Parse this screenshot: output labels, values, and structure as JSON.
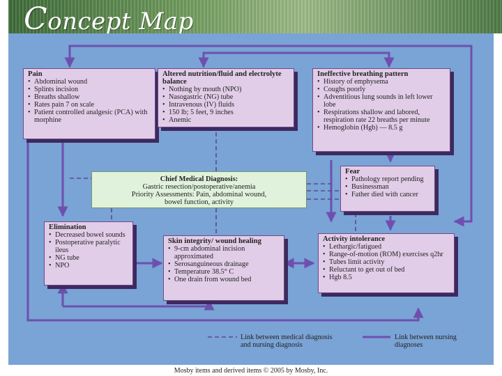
{
  "header": {
    "title_initial": "C",
    "title_rest": "oncept Map"
  },
  "boxes": {
    "pain": {
      "title": "Pain",
      "items": [
        "Abdominal wound",
        "Splints incision",
        "Breaths shallow",
        "Rates pain 7 on scale",
        "Patient controlled analgesic (PCA) with morphine"
      ]
    },
    "nutrition": {
      "title": "Altered nutrition/fluid and electrolyte balance",
      "items": [
        "Nothing by mouth (NPO)",
        "Nasogastric (NG) tube",
        "Intravenous (IV) fluids",
        "150 lb; 5 feet, 9 inches",
        "Anemic"
      ]
    },
    "breathing": {
      "title": "Ineffective breathing pattern",
      "items": [
        "History of emphysema",
        "Coughs poorly",
        "Adventitious lung sounds in left lower lobe",
        "Respirations shallow and labored, respiration rate 22 breaths per minute",
        "Hemoglobin (Hgb) — 8.5 g"
      ]
    },
    "fear": {
      "title": "Fear",
      "items": [
        "Pathology report pending",
        "Businessman",
        "Father died with cancer"
      ]
    },
    "elimination": {
      "title": "Elimination",
      "items": [
        "Decreased bowel sounds",
        "Postoperative paralytic ileus",
        "NG tube",
        "NPO"
      ]
    },
    "skin": {
      "title": "Skin integrity/ wound healing",
      "items": [
        "9-cm abdominal incision approximated",
        "Serosanguineous drainage",
        "Temperature 38.5° C",
        "One drain from wound bed"
      ]
    },
    "activity": {
      "title": "Activity intolerance",
      "items": [
        "Lethargic/fatigued",
        "Range-of-motion (ROM) exercises q2hr",
        "Tubes limit activity",
        "Reluctant to get out of bed",
        "Hgb 8.5"
      ]
    }
  },
  "chief": {
    "title": "Chief Medical Diagnosis:",
    "line1": "Gastric resection/postoperative/anemia",
    "line2": "Priority Assessments: Pain, abdominal wound,",
    "line3": "bowel function, activity"
  },
  "legend": {
    "dashed_label": "Link between medical diagnosis and nursing diagnosis",
    "solid_label": "Link between nursing diagnoses"
  },
  "footer": {
    "credit": "Mosby items and derived items © 2005 by Mosby, Inc."
  },
  "colors": {
    "panel": "#7aa3d6",
    "box_fill": "#e2cde8",
    "box_shadow": "#3c2a5e",
    "chief_fill": "#e0f2dc",
    "solid_link": "#6e4fae",
    "dashed_link": "#5a4a8a"
  }
}
